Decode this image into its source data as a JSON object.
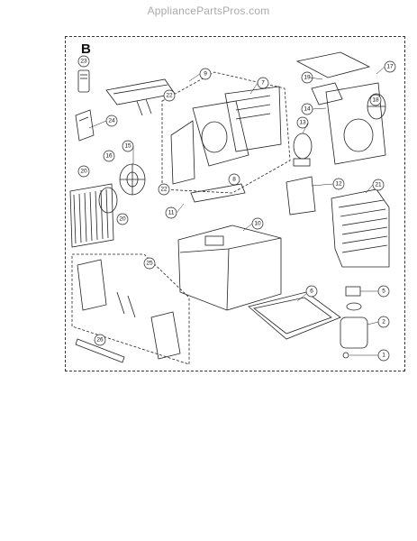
{
  "watermark": "AppliancePartsPros.com",
  "section": "B",
  "callouts": [
    "23",
    "24",
    "22",
    "9",
    "7",
    "20",
    "19",
    "17",
    "14",
    "18",
    "13",
    "15",
    "16",
    "8",
    "22",
    "11",
    "12",
    "21",
    "20",
    "10",
    "5",
    "25",
    "6",
    "2",
    "26",
    "1"
  ]
}
